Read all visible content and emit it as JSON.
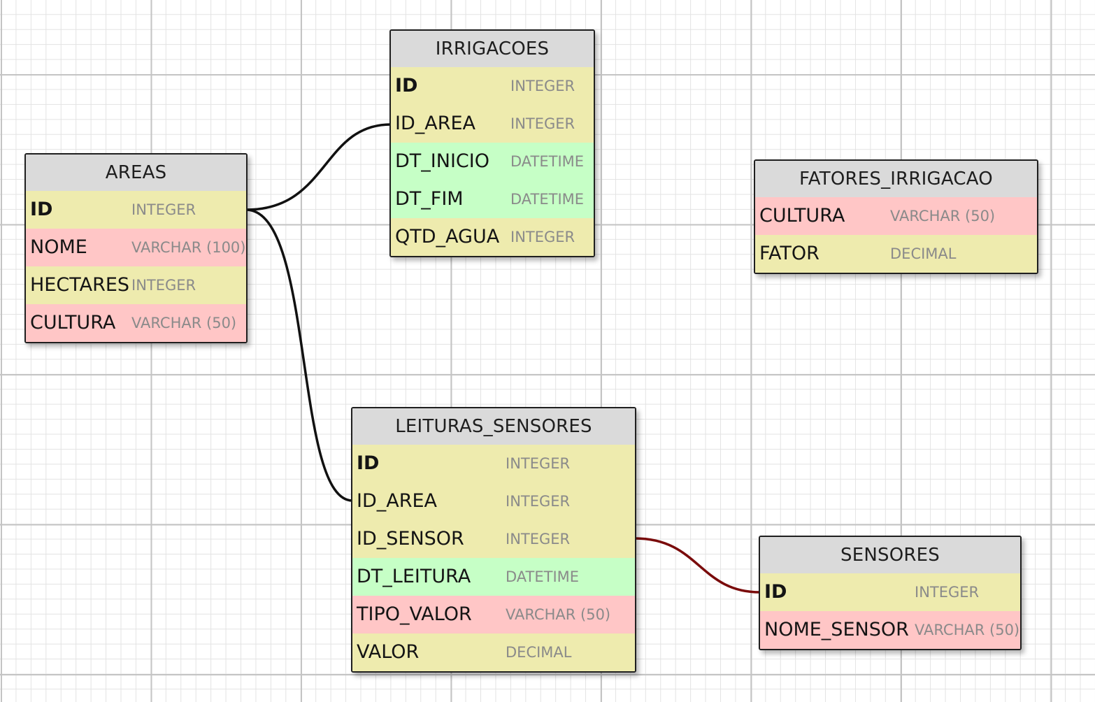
{
  "connector_colors": {
    "areas_links": "#111111",
    "sensor_link": "#7a0b0b"
  },
  "row_colors": {
    "yellow": "#eeebae",
    "red": "#ffc6c6",
    "green": "#c6ffc6",
    "header": "#dadada"
  },
  "tables": {
    "areas": {
      "name": "AREAS",
      "columns": [
        {
          "name": "ID",
          "type": "INTEGER",
          "pk": true,
          "color": "yellow"
        },
        {
          "name": "NOME",
          "type": "VARCHAR (100)",
          "pk": false,
          "color": "red"
        },
        {
          "name": "HECTARES",
          "type": "INTEGER",
          "pk": false,
          "color": "yellow"
        },
        {
          "name": "CULTURA",
          "type": "VARCHAR (50)",
          "pk": false,
          "color": "red"
        }
      ]
    },
    "irrigacoes": {
      "name": "IRRIGACOES",
      "columns": [
        {
          "name": "ID",
          "type": "INTEGER",
          "pk": true,
          "color": "yellow"
        },
        {
          "name": "ID_AREA",
          "type": "INTEGER",
          "pk": false,
          "color": "yellow"
        },
        {
          "name": "DT_INICIO",
          "type": "DATETIME",
          "pk": false,
          "color": "green"
        },
        {
          "name": "DT_FIM",
          "type": "DATETIME",
          "pk": false,
          "color": "green"
        },
        {
          "name": "QTD_AGUA",
          "type": "INTEGER",
          "pk": false,
          "color": "yellow"
        }
      ]
    },
    "fatores_irrigacao": {
      "name": "FATORES_IRRIGACAO",
      "columns": [
        {
          "name": "CULTURA",
          "type": "VARCHAR (50)",
          "pk": false,
          "color": "red"
        },
        {
          "name": "FATOR",
          "type": "DECIMAL",
          "pk": false,
          "color": "yellow"
        }
      ]
    },
    "leituras_sensores": {
      "name": "LEITURAS_SENSORES",
      "columns": [
        {
          "name": "ID",
          "type": "INTEGER",
          "pk": true,
          "color": "yellow"
        },
        {
          "name": "ID_AREA",
          "type": "INTEGER",
          "pk": false,
          "color": "yellow"
        },
        {
          "name": "ID_SENSOR",
          "type": "INTEGER",
          "pk": false,
          "color": "yellow"
        },
        {
          "name": "DT_LEITURA",
          "type": "DATETIME",
          "pk": false,
          "color": "green"
        },
        {
          "name": "TIPO_VALOR",
          "type": "VARCHAR (50)",
          "pk": false,
          "color": "red"
        },
        {
          "name": "VALOR",
          "type": "DECIMAL",
          "pk": false,
          "color": "yellow"
        }
      ]
    },
    "sensores": {
      "name": "SENSORES",
      "columns": [
        {
          "name": "ID",
          "type": "INTEGER",
          "pk": true,
          "color": "yellow"
        },
        {
          "name": "NOME_SENSOR",
          "type": "VARCHAR (50)",
          "pk": false,
          "color": "red"
        }
      ]
    }
  }
}
